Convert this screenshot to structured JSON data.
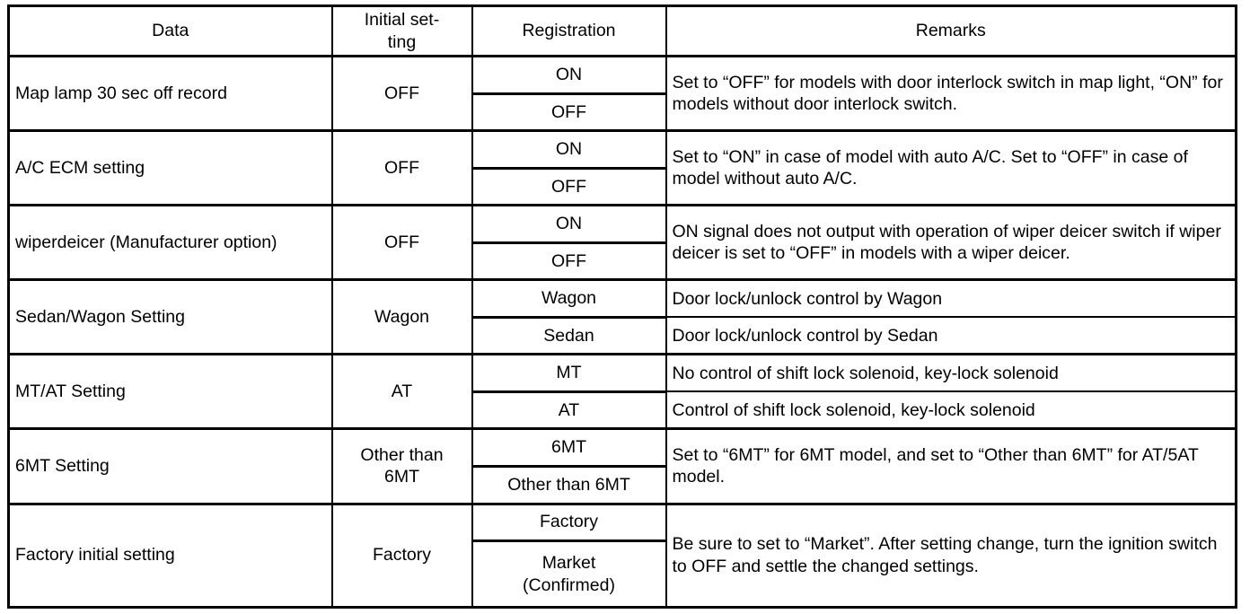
{
  "table": {
    "headers": {
      "data": "Data",
      "initial_setting_line1": "Initial set-",
      "initial_setting_line2": "ting",
      "registration": "Registration",
      "remarks": "Remarks"
    },
    "rows": [
      {
        "data": "Map lamp 30 sec off record",
        "initial_setting": "OFF",
        "registrations": [
          "ON",
          "OFF"
        ],
        "remarks_merged": true,
        "remarks": "Set to “OFF” for models with door interlock switch in map light, “ON” for models without door interlock switch."
      },
      {
        "data": "A/C ECM setting",
        "initial_setting": "OFF",
        "registrations": [
          "ON",
          "OFF"
        ],
        "remarks_merged": true,
        "remarks": "Set to “ON” in case of model with auto A/C. Set to “OFF” in case of model without auto A/C."
      },
      {
        "data": "wiperdeicer (Manufacturer option)",
        "initial_setting": "OFF",
        "registrations": [
          "ON",
          "OFF"
        ],
        "remarks_merged": true,
        "remarks": "ON signal does not output with operation of wiper deicer switch if wiper deicer is set to “OFF” in models with a wiper deicer."
      },
      {
        "data": "Sedan/Wagon Setting",
        "initial_setting": "Wagon",
        "registrations": [
          "Wagon",
          "Sedan"
        ],
        "remarks_merged": false,
        "remarks_split": [
          "Door lock/unlock control by Wagon",
          "Door lock/unlock control by Sedan"
        ]
      },
      {
        "data": "MT/AT Setting",
        "initial_setting": "AT",
        "registrations": [
          "MT",
          "AT"
        ],
        "remarks_merged": false,
        "remarks_split": [
          "No control of shift lock solenoid, key-lock solenoid",
          "Control of shift lock solenoid, key-lock solenoid"
        ]
      },
      {
        "data": "6MT Setting",
        "initial_setting_line1": "Other than",
        "initial_setting_line2": "6MT",
        "registrations": [
          "6MT",
          "Other than 6MT"
        ],
        "remarks_merged": true,
        "remarks": "Set to “6MT” for 6MT model, and set to “Other than 6MT” for AT/5AT model."
      },
      {
        "data": "Factory initial setting",
        "initial_setting": "Factory",
        "registrations": [
          "Factory",
          "Market"
        ],
        "registration_second_line2": "(Confirmed)",
        "remarks_merged": true,
        "remarks": "Be sure to set to “Market”. After setting change, turn the ignition switch to OFF and settle the changed settings."
      }
    ]
  }
}
